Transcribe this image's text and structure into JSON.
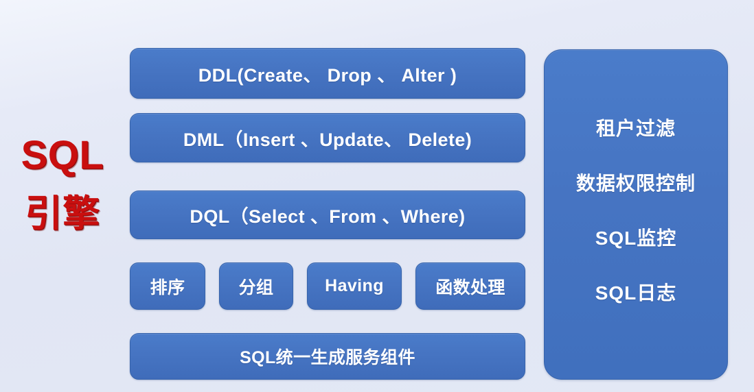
{
  "diagram": {
    "title_left": {
      "line_en": "SQL",
      "line_cn": "引擎",
      "color": "#c90f0f"
    },
    "theme": {
      "box_fill": "#4674c2",
      "box_border": "#3663ab",
      "box_text": "#ffffff",
      "background": "#e1e6f4"
    },
    "left_column": {
      "ddl": "DDL(Create、 Drop 、 Alter )",
      "dml": "DML（Insert 、Update、 Delete)",
      "dql": "DQL（Select 、From 、Where)",
      "chips": [
        {
          "label": "排序"
        },
        {
          "label": "分组"
        },
        {
          "label": "Having"
        },
        {
          "label": "函数处理"
        }
      ],
      "sql_generator": "SQL统一生成服务组件"
    },
    "right_panel": {
      "items": [
        {
          "label": "租户过滤"
        },
        {
          "label": "数据权限控制"
        },
        {
          "label": "SQL监控"
        },
        {
          "label": "SQL日志"
        }
      ]
    }
  }
}
